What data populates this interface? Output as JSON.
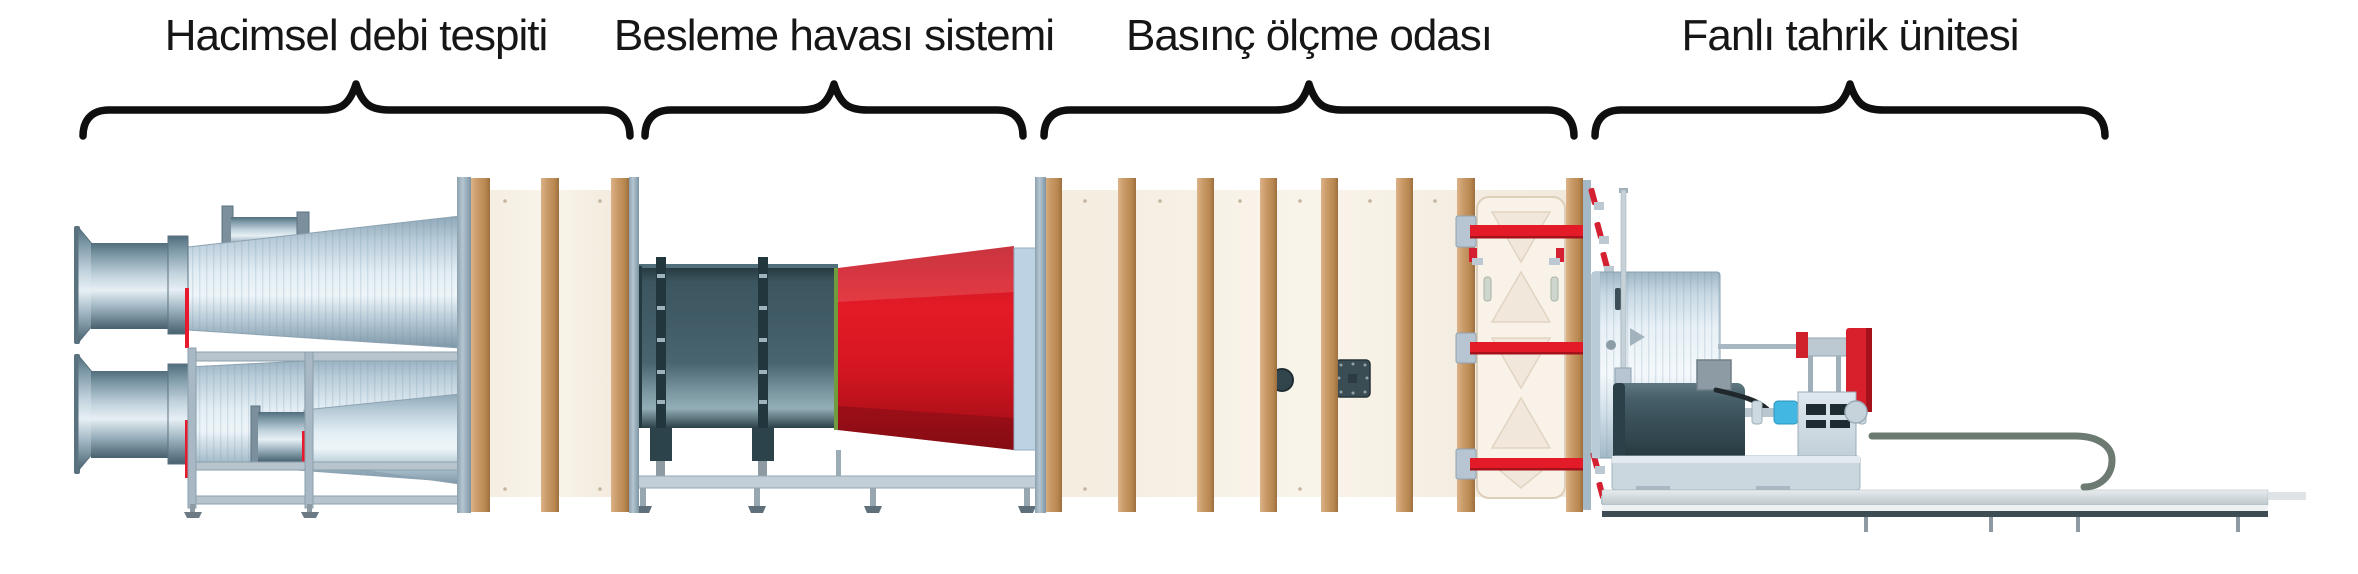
{
  "diagram": {
    "type": "fan-test-rig-annotated-illustration",
    "sections": [
      {
        "id": "volumetric-flow",
        "label": "Hacimsel debi tespiti"
      },
      {
        "id": "supply-air",
        "label": "Besleme havası sistemi"
      },
      {
        "id": "pressure-chamber",
        "label": "Basınç ölçme odası"
      },
      {
        "id": "fan-drive",
        "label": "Fanlı tahrik ünitesi"
      }
    ]
  },
  "colors": {
    "background": "#ffffff",
    "label_text": "#161616",
    "brace": "#0f0f0f",
    "red_diffuser": "#d81623",
    "red_strap": "#e31b28",
    "red_marker": "#e8192c",
    "red_plate": "#d8202c",
    "green_edge": "#6f9c3f",
    "teal_duct": "#415c66",
    "wood_slat": "#c89a6b",
    "cream_panel": "#f6f0e6",
    "steel_blue": "#7e99a9",
    "frame_gray": "#aebdc8",
    "fan_housing": "#e9f1f6",
    "motor_dark": "#364b53",
    "rail_gray": "#ccd4d9",
    "cable_olive": "#6d7a72",
    "blue_coupling": "#41b7e2",
    "pink_coupling": "#e2737f",
    "light_blue_panel": "#bdd2e2"
  }
}
